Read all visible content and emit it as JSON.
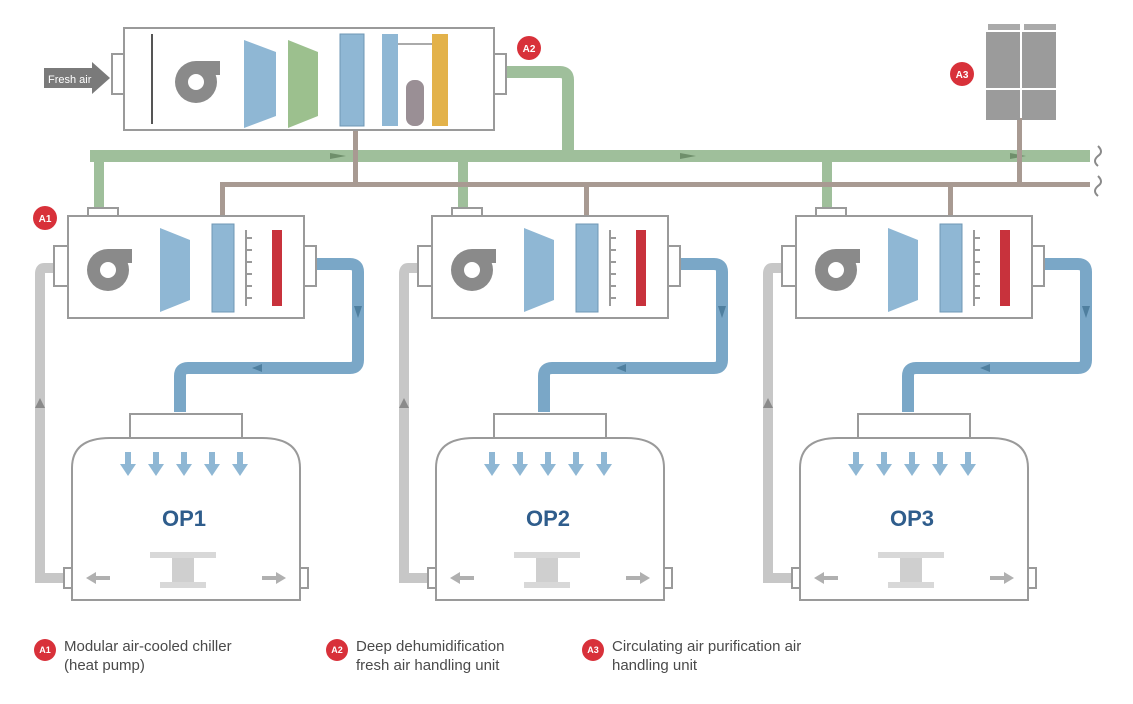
{
  "fresh_air_label": "Fresh air",
  "badges": {
    "a1": "A1",
    "a2": "A2",
    "a3": "A3"
  },
  "rooms": [
    {
      "label": "OP1"
    },
    {
      "label": "OP2"
    },
    {
      "label": "OP3"
    }
  ],
  "legend": [
    {
      "badge": "A1",
      "text": "Modular air-cooled chiller\n(heat pump)"
    },
    {
      "badge": "A2",
      "text": "Deep dehumidification\nfresh air handling unit"
    },
    {
      "badge": "A3",
      "text": "Circulating air purification air\nhandling unit"
    }
  ],
  "colors": {
    "fresh_air_duct": "#9fbf9b",
    "supply_duct": "#7aa7c7",
    "return_duct": "#c7c7c7",
    "water_pipe": "#a89a92",
    "badge_red": "#d8313a",
    "heater_red": "#c8323c",
    "filter_blue": "#8fb7d4",
    "filter_green": "#9cc08e",
    "fan_grey": "#8a8a8a",
    "heater_yellow": "#e3b24a"
  }
}
